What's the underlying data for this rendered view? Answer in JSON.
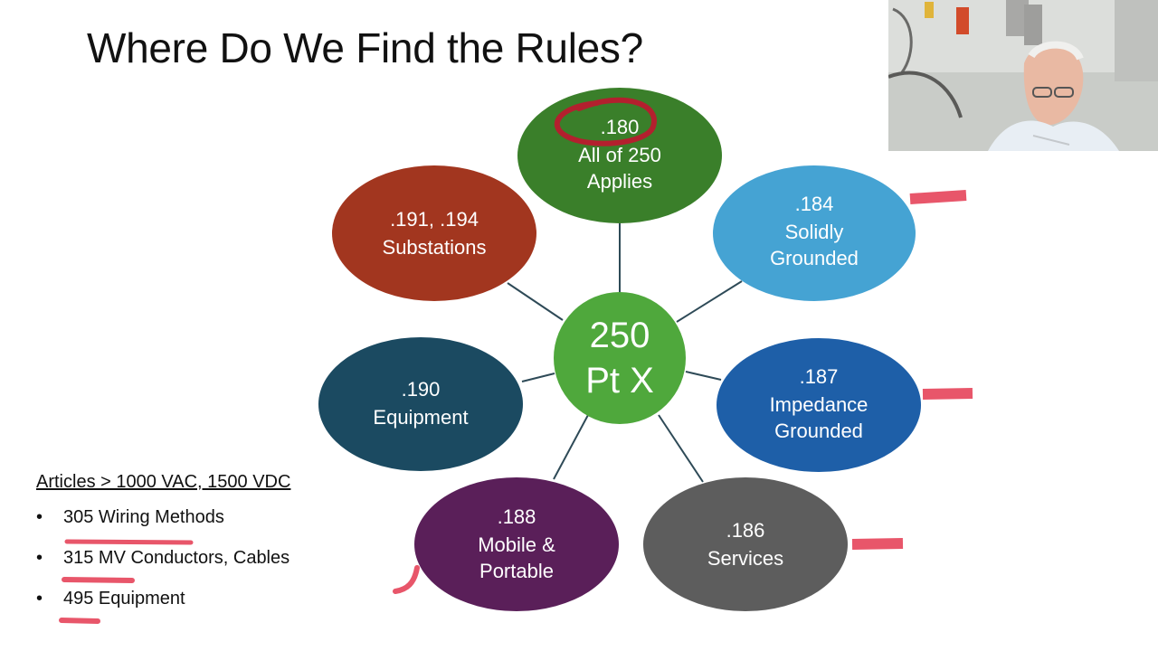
{
  "slide": {
    "title": "Where Do We Find the Rules?"
  },
  "diagram": {
    "hub": {
      "line1": "250",
      "line2": "Pt X",
      "color": "#4fa83c"
    },
    "nodes": [
      {
        "id": "180",
        "lines": [
          ".180",
          "All of 250",
          "Applies"
        ],
        "color": "#3a7f2a"
      },
      {
        "id": "184",
        "lines": [
          ".184",
          "Solidly",
          "Grounded"
        ],
        "color": "#45a3d3"
      },
      {
        "id": "187",
        "lines": [
          ".187",
          "Impedance",
          "Grounded"
        ],
        "color": "#1e5fa8"
      },
      {
        "id": "186",
        "lines": [
          ".186",
          "Services"
        ],
        "color": "#5d5d5d"
      },
      {
        "id": "188",
        "lines": [
          ".188",
          "Mobile &",
          "Portable"
        ],
        "color": "#5a1f59"
      },
      {
        "id": "190",
        "lines": [
          ".190",
          "Equipment"
        ],
        "color": "#1b4a61"
      },
      {
        "id": "191-194",
        "lines": [
          ".191, .194",
          "Substations"
        ],
        "color": "#a2361f"
      }
    ],
    "connector_color": "#2e4a57",
    "annotation_color": "#e8566a",
    "circle_annotation_color": "#b3202e"
  },
  "articles": {
    "heading": "Articles > 1000 VAC, 1500 VDC",
    "bullet": "•",
    "items": [
      {
        "number": "305",
        "text": "305 Wiring Methods"
      },
      {
        "number": "315",
        "text": "315 MV Conductors, Cables"
      },
      {
        "number": "495",
        "text": "495 Equipment"
      }
    ]
  },
  "webcam": {
    "background": "#c9ccc8"
  }
}
